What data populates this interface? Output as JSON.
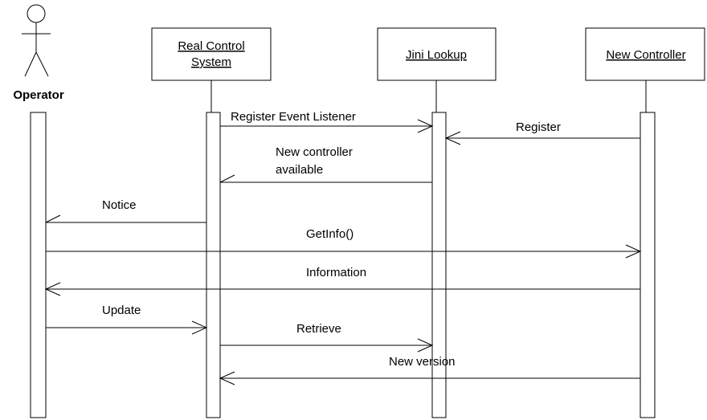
{
  "actor": {
    "name": "Operator"
  },
  "objects": [
    {
      "id": "rcs",
      "lines": [
        "Real Control",
        "System"
      ]
    },
    {
      "id": "jini",
      "lines": [
        "Jini Lookup"
      ]
    },
    {
      "id": "nc",
      "lines": [
        "New Controller"
      ]
    }
  ],
  "messages": [
    {
      "id": "register-event-listener",
      "label": [
        "Register Event Listener"
      ],
      "from": "rcs",
      "to": "jini",
      "arrow": "open"
    },
    {
      "id": "register",
      "label": [
        "Register"
      ],
      "from": "nc",
      "to": "jini",
      "arrow": "open"
    },
    {
      "id": "new-controller-available",
      "label": [
        "New controller",
        "available"
      ],
      "from": "jini",
      "to": "rcs",
      "arrow": "half"
    },
    {
      "id": "notice",
      "label": [
        "Notice"
      ],
      "from": "rcs",
      "to": "operator",
      "arrow": "half"
    },
    {
      "id": "getinfo",
      "label": [
        "GetInfo()"
      ],
      "from": "operator",
      "to": "nc",
      "arrow": "open"
    },
    {
      "id": "information",
      "label": [
        "Information"
      ],
      "from": "nc",
      "to": "operator",
      "arrow": "open"
    },
    {
      "id": "update",
      "label": [
        "Update"
      ],
      "from": "operator",
      "to": "rcs",
      "arrow": "open"
    },
    {
      "id": "retrieve",
      "label": [
        "Retrieve"
      ],
      "from": "rcs",
      "to": "jini",
      "arrow": "open"
    },
    {
      "id": "new-version",
      "label": [
        "New version"
      ],
      "from": "nc",
      "to": "rcs",
      "arrow": "open"
    }
  ]
}
